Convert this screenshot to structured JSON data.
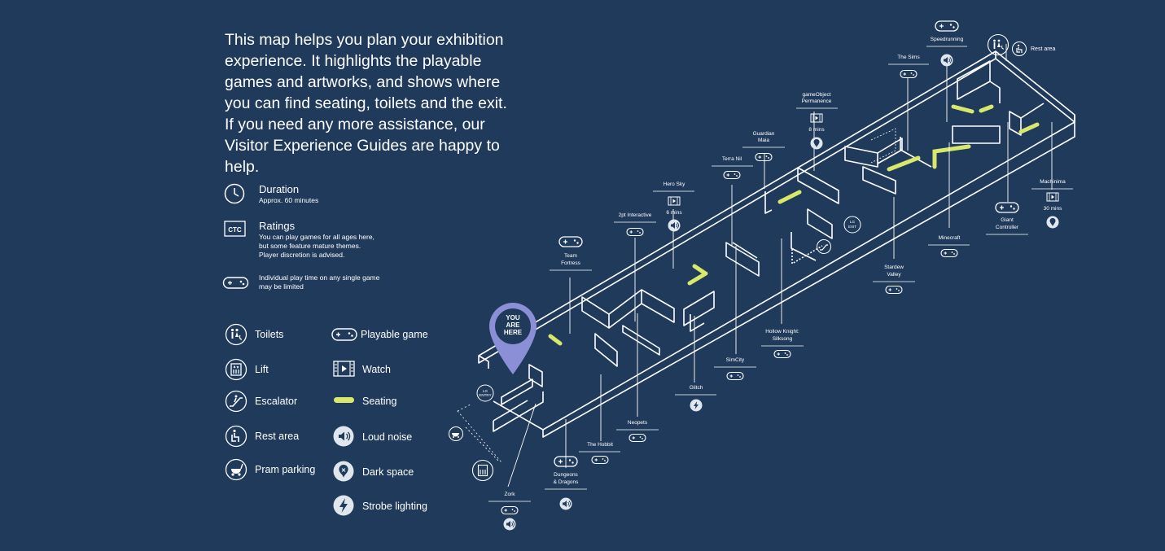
{
  "intro": "This map helps you plan your exhibition experience. It highlights the playable games and artworks, and shows where you can find seating, toilets and the exit. If you need any more assistance, our Visitor Experience Guides are happy to help.",
  "info": {
    "duration": {
      "title": "Duration",
      "detail": "Approx. 60 minutes"
    },
    "ratings": {
      "badge": "CTC",
      "title": "Ratings",
      "detail": "You can play games for all ages here,\nbut some feature mature themes.\nPlayer discretion is advised."
    },
    "playtime": {
      "detail": "Individual play time on any single game\nmay be limited"
    }
  },
  "legend": {
    "toilets": "Toilets",
    "lift": "Lift",
    "escalator": "Escalator",
    "rest_area": "Rest area",
    "pram_parking": "Pram parking",
    "playable_game": "Playable game",
    "watch": "Watch",
    "seating": "Seating",
    "loud_noise": "Loud noise",
    "dark_space": "Dark space",
    "strobe_lighting": "Strobe lighting"
  },
  "map": {
    "you_are_here": [
      "YOU",
      "ARE",
      "HERE"
    ],
    "lg_entry": [
      "LG",
      "ENTRY"
    ],
    "lg_exit": [
      "LG",
      "EXIT"
    ],
    "rest_area": "Rest area",
    "labels": {
      "speedrunning": "Speedrunning",
      "the_sims": "The Sims",
      "gameobject": [
        "gameObject",
        "Permanence"
      ],
      "gameobject_mins": "8 mins",
      "guardian_maia": [
        "Guardian",
        "Maia"
      ],
      "terra_nil": "Terra Nil",
      "hero_sky": "Hero Sky",
      "hero_sky_mins": "6 mins",
      "twopt": "2pt Interactive",
      "team_fortress": [
        "Team",
        "Fortress"
      ],
      "machinima": "Machinima",
      "machinima_mins": "30 mins",
      "giant_controller": [
        "Giant",
        "Controller"
      ],
      "minecraft": "Minecraft",
      "stardew": [
        "Stardew",
        "Valley"
      ],
      "hollow_knight": [
        "Hollow Knight:",
        "Silksong"
      ],
      "simcity": "SimCity",
      "glitch": "Glitch",
      "neopets": "Neopets",
      "the_hobbit": "The Hobbit",
      "dnd": [
        "Dungeons",
        "& Dragons"
      ],
      "zork": "Zork"
    }
  },
  "colors": {
    "background": "#1f3a5a",
    "line": "#ffffff",
    "seating": "#d7e86a",
    "pin": "#8a8fd6",
    "icon_fill": "#dfe6ee"
  }
}
